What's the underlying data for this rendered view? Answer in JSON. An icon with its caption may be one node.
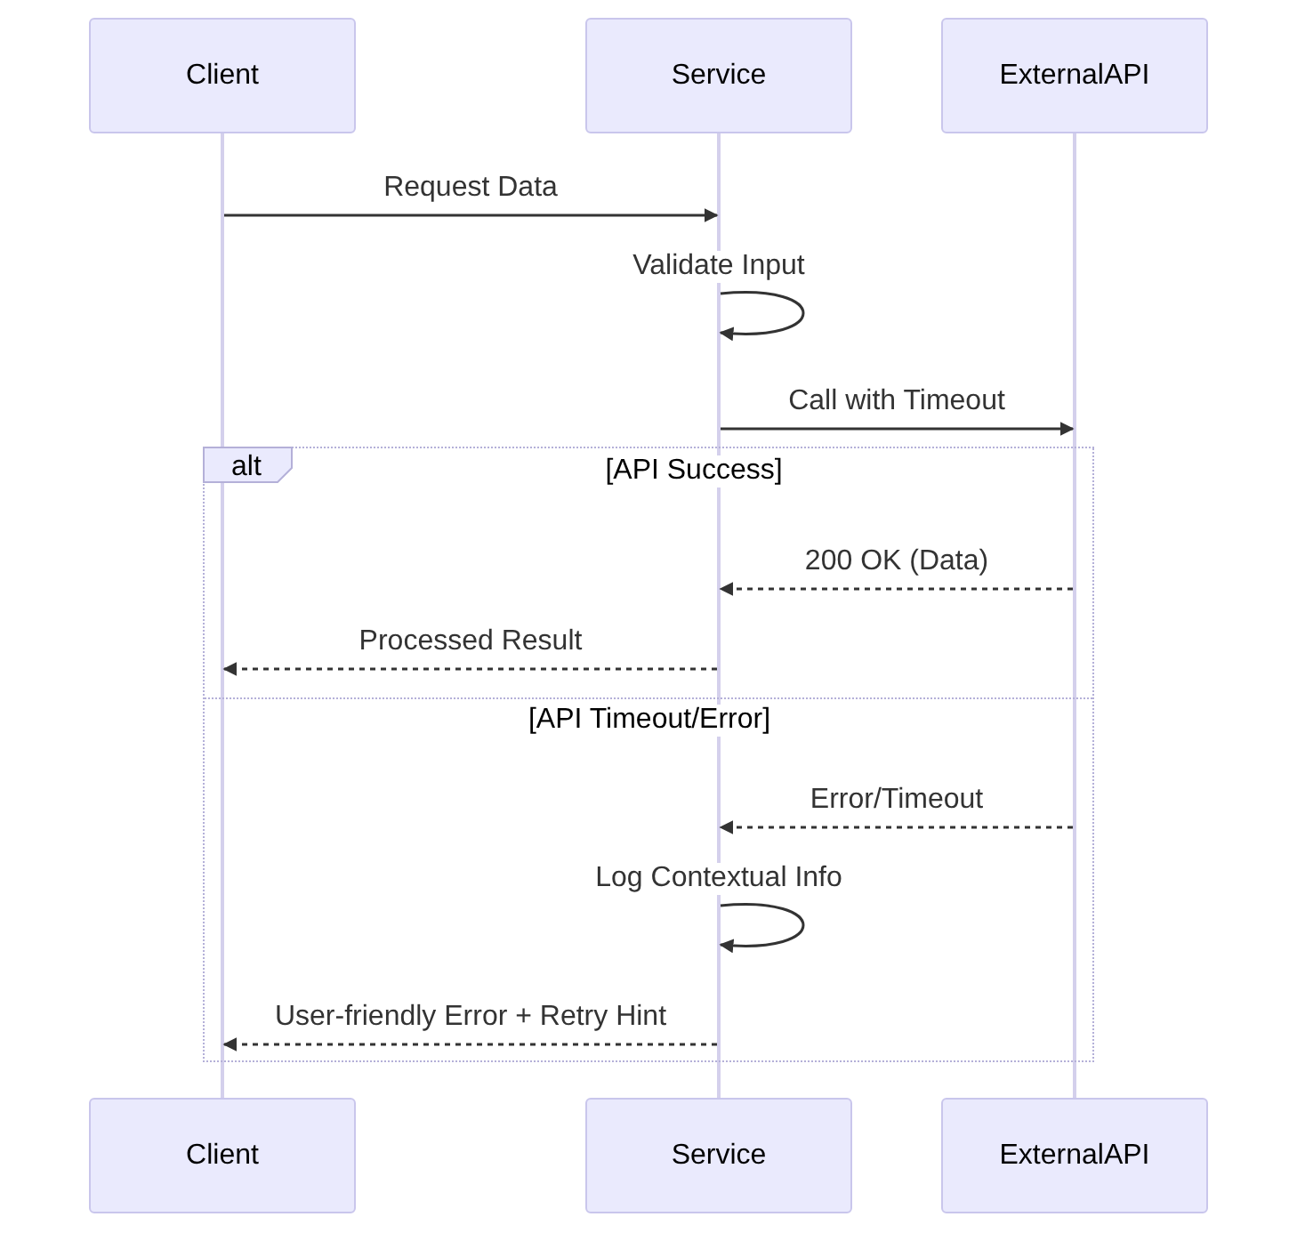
{
  "diagram": {
    "nodes": [
      {
        "text": [
          "Client"
        ]
      },
      {
        "text": [
          "Service"
        ]
      },
      {
        "text": [
          "ExternalAPI"
        ]
      },
      {
        "text": [],
        "shape": "bar"
      },
      {
        "text": [],
        "shape": "bar"
      },
      {
        "text": [],
        "shape": "bar"
      },
      {
        "text": [
          "alt"
        ]
      },
      {
        "text": [
          "Client"
        ]
      },
      {
        "text": [
          "Service"
        ]
      },
      {
        "text": [
          "ExternalAPI"
        ]
      }
    ],
    "edges": [
      {
        "from": 3,
        "to": 4,
        "arrow": "to",
        "label": "Request Data"
      },
      {
        "from": 4,
        "to": 4,
        "arrow": "to",
        "label": "Validate Input"
      },
      {
        "from": 4,
        "to": 5,
        "arrow": "to",
        "label": "Call with Timeout"
      },
      {
        "from": 5,
        "to": 4,
        "arrow": "to",
        "label": "200 OK (Data)",
        "style": "dashed"
      },
      {
        "from": 4,
        "to": 3,
        "arrow": "to",
        "label": "Processed Result",
        "style": "dashed"
      },
      {
        "from": 5,
        "to": 4,
        "arrow": "to",
        "label": "Error/Timeout",
        "style": "dashed"
      },
      {
        "from": 4,
        "to": 4,
        "arrow": "to",
        "label": "Log Contextual Info"
      },
      {
        "from": 4,
        "to": 3,
        "arrow": "to",
        "label": "User-friendly Error + Retry Hint",
        "style": "dashed"
      }
    ],
    "labels": [
      "[API Success]",
      "[API Timeout/Error]"
    ]
  }
}
